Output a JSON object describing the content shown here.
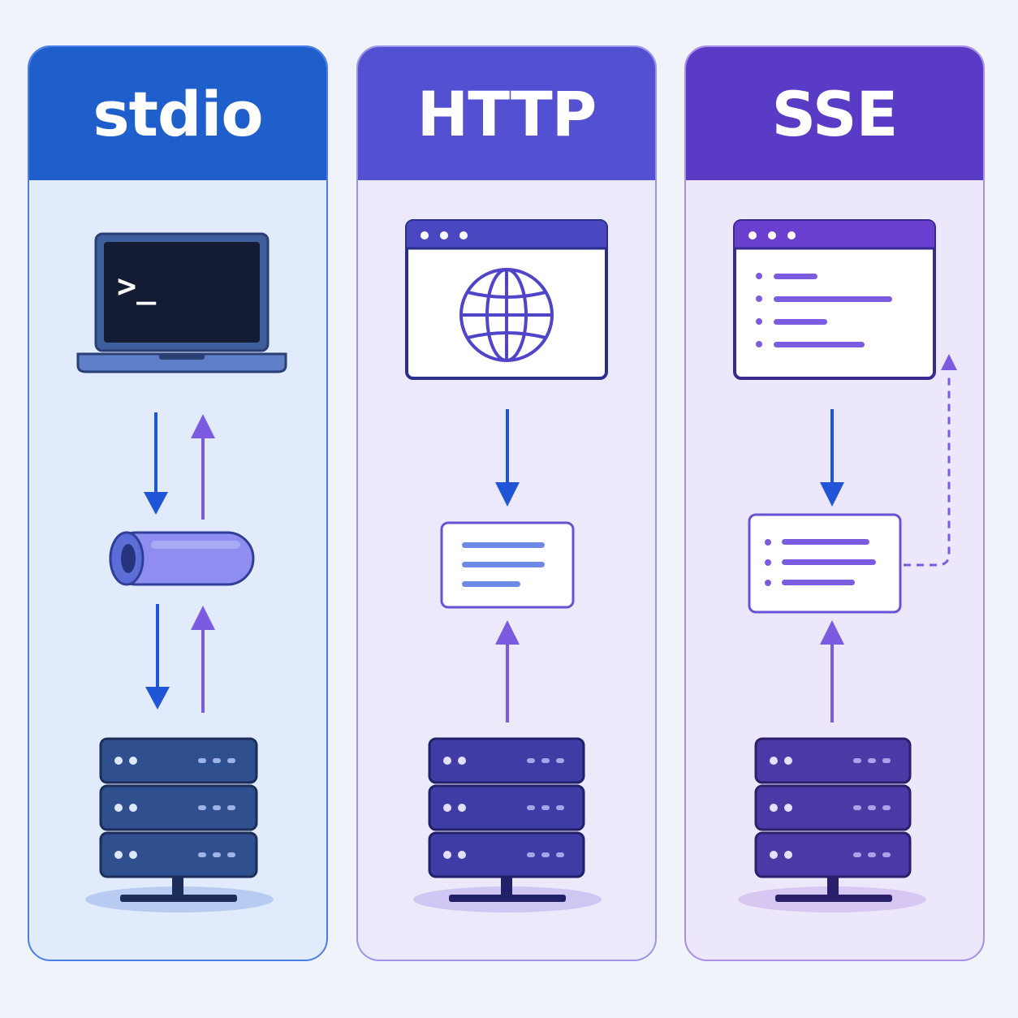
{
  "panels": [
    {
      "title": "stdio",
      "prompt_glyph": ">_"
    },
    {
      "title": "HTTP"
    },
    {
      "title": "SSE"
    }
  ],
  "icons": {
    "stdio": [
      "terminal-laptop-icon",
      "pipe-icon",
      "server-icon"
    ],
    "http": [
      "browser-globe-icon",
      "message-card-icon",
      "server-icon"
    ],
    "sse": [
      "browser-list-icon",
      "event-list-card-icon",
      "server-icon"
    ]
  },
  "colors": {
    "stdio_header": "#1f5fcc",
    "http_header": "#5450d2",
    "sse_header": "#5a3bc6",
    "request_arrow": "#1f55d6",
    "response_arrow": "#7b5ce0"
  }
}
